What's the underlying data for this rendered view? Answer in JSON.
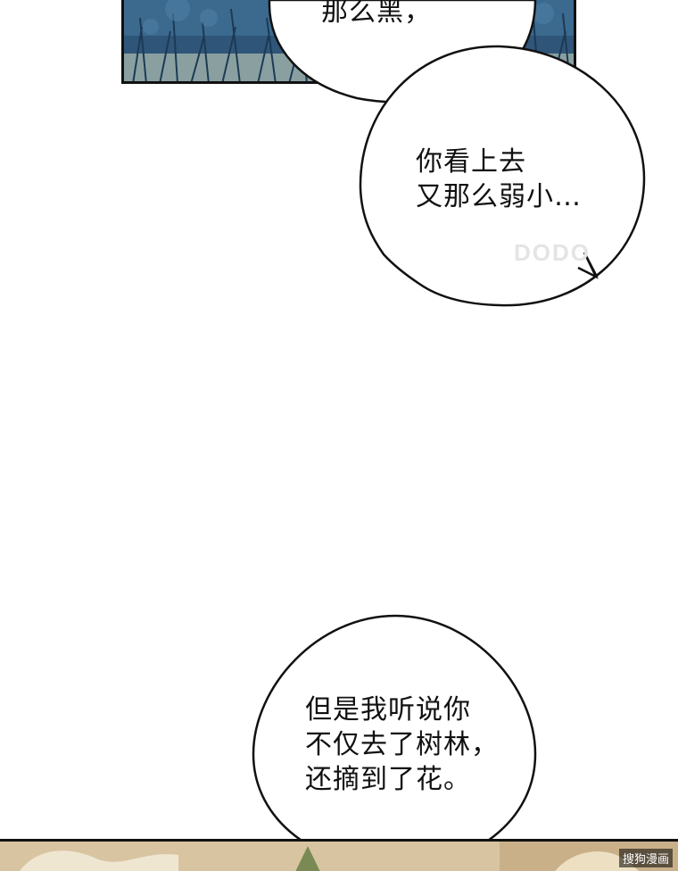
{
  "bubbles": {
    "top": {
      "line1": "那么黑，"
    },
    "middle": {
      "line1": "你看上去",
      "line2": "又那么弱小…"
    },
    "bottom": {
      "line1": "但是我听说你",
      "line2": "不仅去了树林，",
      "line3": "还摘到了花。"
    }
  },
  "watermark": {
    "text": "DODO"
  },
  "corner_mark": {
    "text": "搜狗漫画"
  },
  "colors": {
    "panel_night": "#2c4e6e",
    "panel_bottom": "#d9c6a4",
    "ink": "#111111"
  }
}
